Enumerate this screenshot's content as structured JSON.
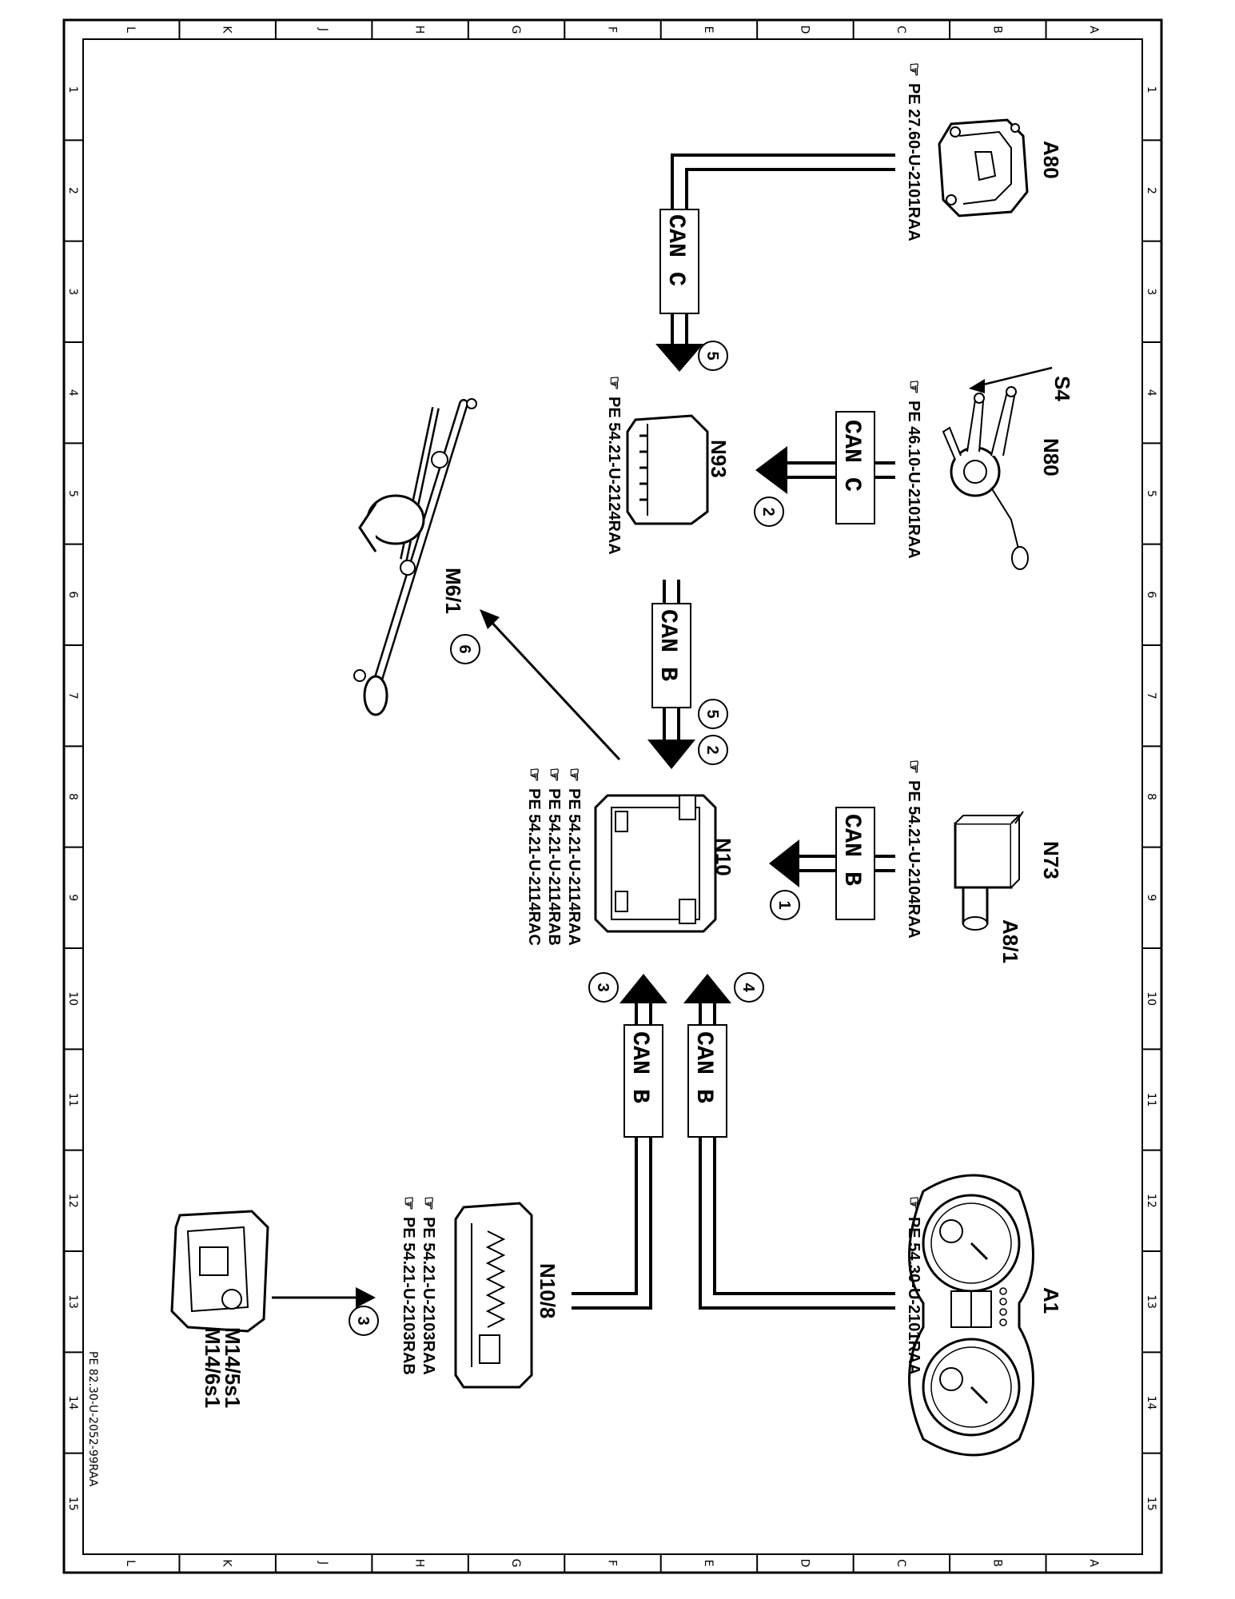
{
  "doc_code": "PE 82.30-U-2052-99RAA",
  "grid": {
    "letters": [
      "L",
      "K",
      "J",
      "H",
      "G",
      "F",
      "E",
      "D",
      "C",
      "B",
      "A"
    ],
    "numbers": [
      "1",
      "2",
      "3",
      "4",
      "5",
      "6",
      "7",
      "8",
      "9",
      "10",
      "11",
      "12",
      "13",
      "14",
      "15"
    ]
  },
  "components": {
    "A80": {
      "label": "A80",
      "ref": "PE 27.60-U-2101RAA"
    },
    "S4": {
      "label": "S4"
    },
    "N80": {
      "label": "N80",
      "ref": "PE 46.10-U-2101RAA"
    },
    "N93": {
      "label": "N93",
      "ref": "PE 54.21-U-2124RAA"
    },
    "M6_1": {
      "label": "M6/1"
    },
    "N73": {
      "label": "N73",
      "ref": "PE 54.21-U-2104RAA"
    },
    "A8_1": {
      "label": "A8/1"
    },
    "N10": {
      "label": "N10",
      "refs": [
        "PE 54.21-U-2114RAA",
        "PE 54.21-U-2114RAB",
        "PE 54.21-U-2114RAC"
      ]
    },
    "A1": {
      "label": "A1",
      "ref": "PE 54.30-U-2101RAA"
    },
    "N10_8": {
      "label": "N10/8",
      "refs": [
        "PE 54.21-U-2103RAA",
        "PE 54.21-U-2103RAB"
      ]
    },
    "M14": {
      "label1": "M14/5s1",
      "label2": "M14/6s1"
    }
  },
  "buses": {
    "can_c_top": "CAN C",
    "can_c_mid": "CAN C",
    "can_b_mid": "CAN B",
    "can_b_n73": "CAN B",
    "can_b_a1": "CAN B",
    "can_b_n108": "CAN B"
  },
  "steps": {
    "s1": "1",
    "s2": "2",
    "s2b": "2",
    "s3": "3",
    "s3b": "3",
    "s4": "4",
    "s5": "5",
    "s5b": "5",
    "s6": "6"
  }
}
